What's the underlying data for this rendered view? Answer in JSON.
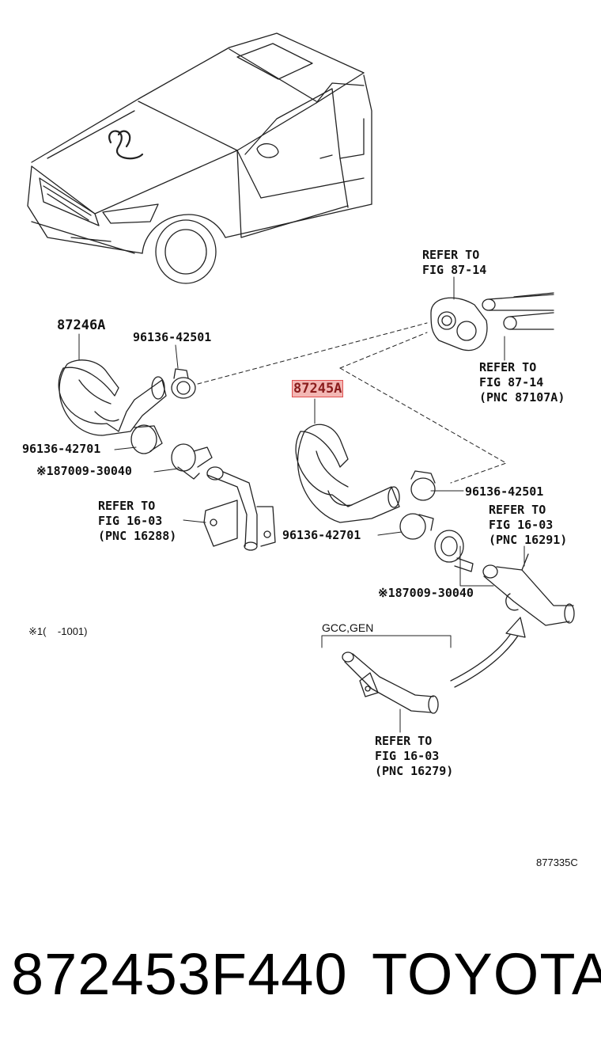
{
  "labels": {
    "part_87246a": "87246A",
    "part_87245a": "87245A",
    "clamp_96136_42501_left": "96136-42501",
    "clamp_96136_42701_left": "96136-42701",
    "clip_87009_left": "※187009-30040",
    "refer_top_1": "REFER TO",
    "refer_top_2": "FIG 87-14",
    "refer_right_1": "REFER TO",
    "refer_right_2": "FIG 87-14",
    "refer_right_3": "(PNC 87107A)",
    "refer_left_1": "REFER TO",
    "refer_left_2": "FIG 16-03",
    "refer_left_3": "(PNC 16288)",
    "clamp_96136_42501_right": "96136-42501",
    "refer_mid_1": "REFER TO",
    "refer_mid_2": "FIG 16-03",
    "refer_mid_3": "(PNC 16291)",
    "clamp_96136_42701_right": "96136-42701",
    "clip_87009_right": "※187009-30040",
    "footnote": "※1(    -1001)",
    "variant": "GCC,GEN",
    "refer_bot_1": "REFER TO",
    "refer_bot_2": "FIG 16-03",
    "refer_bot_3": "(PNC 16279)",
    "figure_code": "877335C"
  },
  "footer": {
    "part_number": "872453F440",
    "brand": "TOYOTA"
  },
  "highlight_color": "#e05050"
}
